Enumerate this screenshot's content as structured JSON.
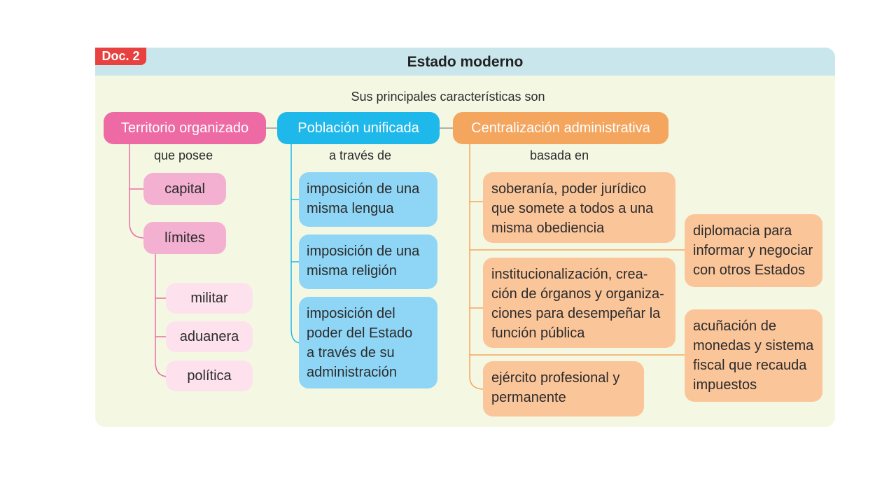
{
  "doc_badge": "Doc. 2",
  "title": "Estado moderno",
  "subtitle": "Sus principales características son",
  "territorio": {
    "heading": "Territorio organizado",
    "connector": "que posee",
    "items": [
      "capital",
      "límites"
    ],
    "limites_items": [
      "militar",
      "aduanera",
      "política"
    ]
  },
  "poblacion": {
    "heading": "Población unificada",
    "connector": "a través de",
    "items": [
      "imposición de una\nmisma lengua",
      "imposición de una\nmisma religión",
      "imposición del\npoder del Estado\na través de su\nadministración"
    ]
  },
  "centralizacion": {
    "heading": "Centralización administrativa",
    "connector": "basada en",
    "items": [
      "soberanía, poder jurídico\nque somete a todos a una\nmisma obediencia",
      "institucionalización, crea-\nción de órganos y organiza-\nciones para desempeñar la\nfunción pública",
      "ejército profesional y\npermanente"
    ],
    "side_items": [
      "diplomacia para\ninformar y negociar\ncon otros Estados",
      "acuñación de\nmonedas y sistema\nfiscal que recauda\nimpuestos"
    ]
  },
  "colors": {
    "pink": "#ee6aa4",
    "blue": "#1fb8ea",
    "orange": "#f4a55e",
    "badge": "#e8413f",
    "header": "#c9e6ec",
    "panel": "#f4f8e3"
  }
}
